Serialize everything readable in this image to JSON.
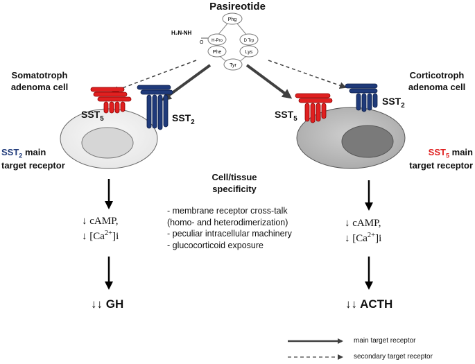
{
  "title": "Pasireotide",
  "molecule": {
    "amine_label": "H₂N-NH",
    "oxygen_label": "O",
    "residues": [
      "Phg",
      "H-Pro",
      "D Trp",
      "Phe",
      "Lys",
      "Tyr"
    ]
  },
  "left_cell": {
    "label_line1": "Somatotroph",
    "label_line2": "adenoma cell",
    "receptor_a": {
      "name": "SST",
      "sub": "5"
    },
    "receptor_b": {
      "name": "SST",
      "sub": "2"
    },
    "target": {
      "receptor": "SST",
      "sub": "2",
      "suffix": " main",
      "line2": "target receptor"
    },
    "effect_line1": "↓ cAMP,",
    "effect_line2_pre": "↓ [Ca",
    "effect_line2_sup": "2+",
    "effect_line2_post": "]i",
    "hormone_arrows": "↓↓",
    "hormone": "GH"
  },
  "right_cell": {
    "label_line1": "Corticotroph",
    "label_line2": "adenoma cell",
    "receptor_a": {
      "name": "SST",
      "sub": "5"
    },
    "receptor_b": {
      "name": "SST",
      "sub": "2"
    },
    "target": {
      "receptor": "SST",
      "sub": "5",
      "suffix": " main",
      "line2": "target receptor"
    },
    "effect_line1": "↓ cAMP,",
    "effect_line2_pre": "↓ [Ca",
    "effect_line2_sup": "2+",
    "effect_line2_post": "]i",
    "hormone_arrows": "↓↓",
    "hormone": "ACTH"
  },
  "specificity": {
    "heading_line1": "Cell/tissue",
    "heading_line2": "specificity",
    "items": [
      "- membrane receptor cross-talk",
      "(homo- and heterodimerization)",
      "- peculiar intracellular machinery",
      "- glucocorticoid exposure"
    ]
  },
  "legend": {
    "solid": "main target receptor",
    "dashed": "secondary target receptor"
  },
  "colors": {
    "sst2": "#1f3a7a",
    "sst5": "#e02020",
    "sst5_text": "#e02020",
    "sst2_text": "#1f3a7a",
    "arrow": "#404040"
  }
}
